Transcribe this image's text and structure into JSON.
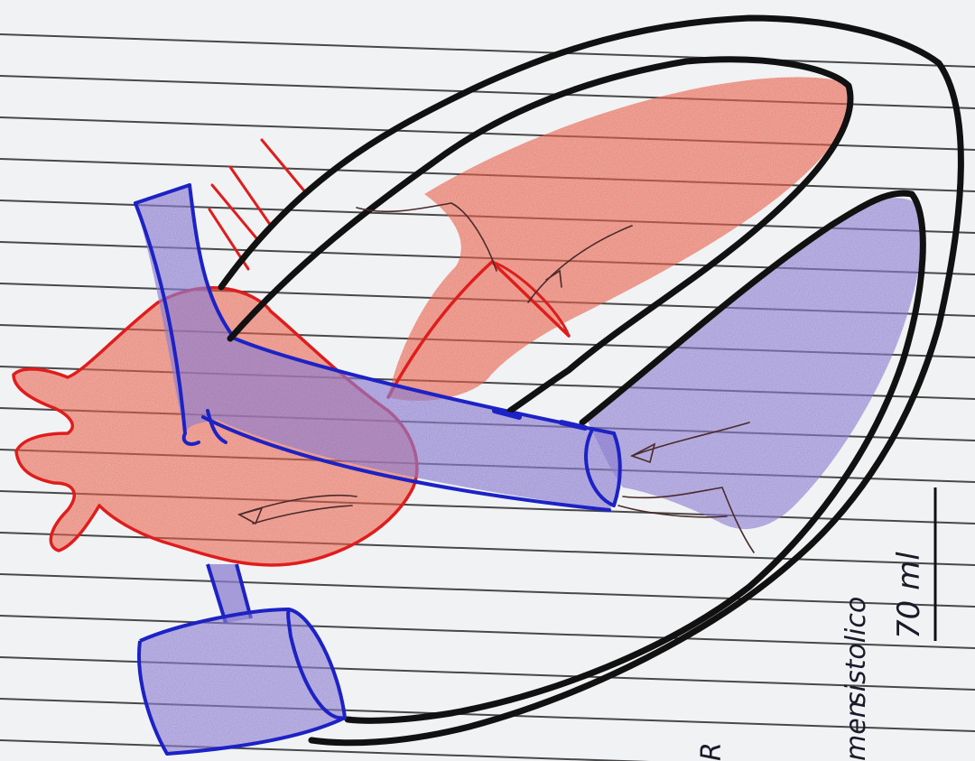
{
  "annotation": {
    "word_men": "men",
    "word_sistolico": "sistolico",
    "volume": "70 ml",
    "corner_mark": "R"
  },
  "colors": {
    "paper": "#f1f2f4",
    "rule_line": "#2b2b2b",
    "red_fill": "#e8604a",
    "red_ink": "#e01d1d",
    "violet_fill": "#8c7dd0",
    "violet_dark": "#6f5fbf",
    "blue_ink": "#1c22c4",
    "black_ink": "#111111",
    "pencil": "#333333"
  }
}
